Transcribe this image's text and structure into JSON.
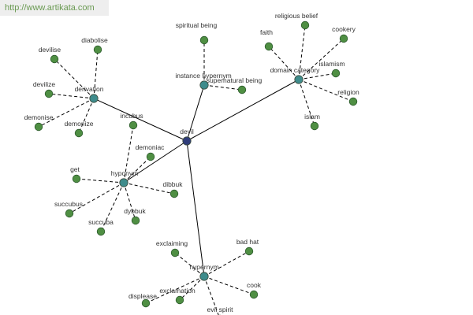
{
  "watermark": "http://www.artikata.com",
  "colors": {
    "center": "#2f3c7a",
    "hub": "#3f8c8c",
    "leaf": "#4f8f43"
  },
  "center": {
    "id": "devil",
    "label": "devil"
  },
  "hubs": [
    {
      "id": "derivation",
      "label": "derivation"
    },
    {
      "id": "instance-hypernym",
      "label": "instance hypernym"
    },
    {
      "id": "domain-category",
      "label": "domain category"
    },
    {
      "id": "hyponym",
      "label": "hyponym"
    },
    {
      "id": "hypernym",
      "label": "hypernym"
    }
  ],
  "leaves": [
    {
      "id": "diabolise",
      "label": "diabolise",
      "hub": "derivation"
    },
    {
      "id": "devilise",
      "label": "devilise",
      "hub": "derivation"
    },
    {
      "id": "devilize",
      "label": "devilize",
      "hub": "derivation"
    },
    {
      "id": "demonise",
      "label": "demonise",
      "hub": "derivation"
    },
    {
      "id": "demonize",
      "label": "demonize",
      "hub": "derivation"
    },
    {
      "id": "spiritual-being",
      "label": "spiritual being",
      "hub": "instance-hypernym"
    },
    {
      "id": "supernatural-being",
      "label": "supernatural being",
      "hub": "instance-hypernym"
    },
    {
      "id": "religious-belief",
      "label": "religious belief",
      "hub": "domain-category"
    },
    {
      "id": "faith",
      "label": "faith",
      "hub": "domain-category"
    },
    {
      "id": "cookery",
      "label": "cookery",
      "hub": "domain-category"
    },
    {
      "id": "islamism",
      "label": "islamism",
      "hub": "domain-category"
    },
    {
      "id": "religion",
      "label": "religion",
      "hub": "domain-category"
    },
    {
      "id": "islam",
      "label": "islam",
      "hub": "domain-category"
    },
    {
      "id": "incubus",
      "label": "incubus",
      "hub": "hyponym"
    },
    {
      "id": "demoniac",
      "label": "demoniac",
      "hub": "hyponym"
    },
    {
      "id": "get",
      "label": "get",
      "hub": "hyponym"
    },
    {
      "id": "dibbuk",
      "label": "dibbuk",
      "hub": "hyponym"
    },
    {
      "id": "succubus",
      "label": "succubus",
      "hub": "hyponym"
    },
    {
      "id": "dybbuk",
      "label": "dybbuk",
      "hub": "hyponym"
    },
    {
      "id": "succuba",
      "label": "succuba",
      "hub": "hyponym"
    },
    {
      "id": "exclaiming",
      "label": "exclaiming",
      "hub": "hypernym"
    },
    {
      "id": "bad-hat",
      "label": "bad hat",
      "hub": "hypernym"
    },
    {
      "id": "cook",
      "label": "cook",
      "hub": "hypernym"
    },
    {
      "id": "displease",
      "label": "displease",
      "hub": "hypernym"
    },
    {
      "id": "exclamation",
      "label": "exclamation",
      "hub": "hypernym"
    },
    {
      "id": "evil-spirit",
      "label": "evil spirit",
      "hub": "hypernym"
    }
  ]
}
